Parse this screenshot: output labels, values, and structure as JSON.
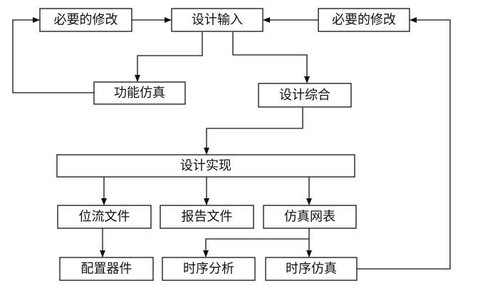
{
  "diagram": {
    "nodes": {
      "modify_left": "必要的修改",
      "design_input": "设计输入",
      "modify_right": "必要的修改",
      "function_sim": "功能仿真",
      "synthesis": "设计综合",
      "implementation": "设计实现",
      "bitstream": "位流文件",
      "report": "报告文件",
      "sim_netlist": "仿真网表",
      "configure": "配置器件",
      "timing_analysis": "时序分析",
      "timing_sim": "时序仿真"
    }
  }
}
